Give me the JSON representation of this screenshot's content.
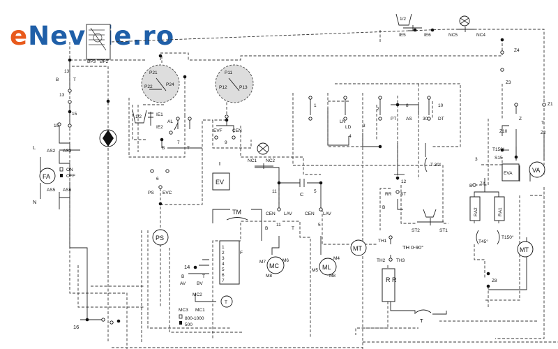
{
  "logo": {
    "first": "e",
    "rest": "Nevoie.ro"
  },
  "selector_labels": {
    "bp3": "BP3",
    "bp2": "BP2"
  },
  "top": {
    "ie5": "IE5",
    "ie6": "IE6",
    "half": "1/2",
    "nc5": "NC5",
    "nc4": "NC4"
  },
  "left": {
    "s13": "13",
    "s13b": "13",
    "s15": "15",
    "s15b": "15",
    "b": "B",
    "t": "T",
    "l": "L",
    "n": "N",
    "fa": "FA",
    "as2": "AS2",
    "as3": "AS3",
    "as5": "AS5",
    "as6": "AS6",
    "on": "ON",
    "off": "OFF",
    "s16": "16"
  },
  "p_group1": {
    "p21": "P21",
    "p22": "P22",
    "p24": "P24"
  },
  "p_group2": {
    "p11": "P11",
    "p12": "P12",
    "p13": "P13"
  },
  "mid": {
    "ie1": "IE1",
    "ie2": "IE2",
    "half": "1/2",
    "al": "AL",
    "evf": "EVF",
    "cen": "CEN",
    "ev": "EV",
    "nc1": "NC1",
    "nc2": "NC2",
    "ps": "PS",
    "evc": "EVC",
    "ps_circle": "PS",
    "b": "B",
    "t": "T",
    "n7": "7",
    "n6": "6",
    "n9": "9"
  },
  "motor": {
    "c11": "11",
    "c5": "5",
    "c": "C",
    "cen1": "CEN",
    "lav1": "LAV",
    "cen2": "CEN",
    "lav2": "LAV",
    "b": "B",
    "t": "T",
    "n11": "11",
    "n5": "5",
    "mc": "MC",
    "ml": "ML",
    "m7": "M7",
    "m6": "M6",
    "m8a": "M8",
    "m5": "M5",
    "m4": "M4",
    "m8b": "M8",
    "tm": "TM",
    "mt": "MT"
  },
  "timer_box": {
    "pins": [
      "1",
      "2",
      "3",
      "4",
      "5",
      "6",
      "7"
    ],
    "f": "F",
    "n14": "14",
    "b": "B",
    "av": "AV",
    "t": "T",
    "bv": "BV",
    "mc2": "MC2",
    "mc3": "MC3",
    "mc1": "MC1",
    "t_circle": "T",
    "rpm_hi": "800-1000",
    "rpm_lo": "500"
  },
  "right": {
    "n1": "1",
    "n2": "2",
    "n8": "8",
    "n10": "10",
    "ln": "LN",
    "ld": "LD",
    "pt": "PT",
    "as": "AS",
    "n30": "30",
    "dt": "DT",
    "n4": "4",
    "n3": "3",
    "t30": "T 30°",
    "n12": "12",
    "rr": "RR",
    "st": "ST",
    "st2": "ST2",
    "st1": "ST1",
    "th1": "TH1",
    "th2": "TH2",
    "th3": "TH3",
    "th_range": "TH 0-90°",
    "rr_box": "R R",
    "t": "T",
    "b": "B"
  },
  "far_right": {
    "z1": "Z1",
    "z2": "Z2",
    "z3": "Z3",
    "z4": "Z4",
    "z": "Z",
    "z10": "Z10",
    "z8": "Z8",
    "va": "VA",
    "eva": "EVA",
    "mt": "MT",
    "t150": "T150°",
    "s15": "S15",
    "n3": "3",
    "n7a": "7A",
    "ra2": "RA2",
    "ra1": "RA1",
    "t45": "T45°",
    "t150b": "T150°",
    "b": "B",
    "t": "T"
  }
}
